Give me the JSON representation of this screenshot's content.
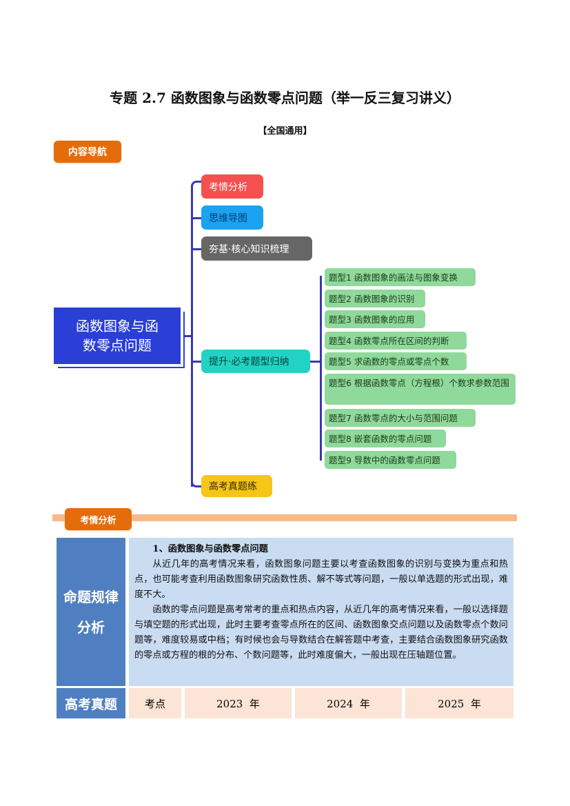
{
  "title": "专题 2.7  函数图象与函数零点问题（举一反三复习讲义）",
  "subtitle": "【全国通用】",
  "nav_tag": "内容导航",
  "mindmap": {
    "root": "函数图象与函数零点问题",
    "branches": [
      "考情分析",
      "思维导图",
      "夯基·核心知识梳理",
      "提升·必考题型归纳",
      "高考真题练"
    ],
    "types": [
      "题型1 函数图象的画法与图象变换",
      "题型2 函数图象的识别",
      "题型3 函数图象的应用",
      "题型4 函数零点所在区间的判断",
      "题型5 求函数的零点或零点个数",
      "题型6 根据函数零点（方程根）个数求参数范围",
      "题型7 函数零点的大小与范围问题",
      "题型8 嵌套函数的零点问题",
      "题型9 导数中的函数零点问题"
    ]
  },
  "section_tag": "考情分析",
  "table": {
    "row1_label": "命题规律分析",
    "heading": "1、函数图象与函数零点问题",
    "paragraphs": [
      "从近几年的高考情况来看，函数图象问题主要以考查函数图象的识别与变换为重点和热点，也可能考查利用函数图象研究函数性质、解不等式等问题，一般以单选题的形式出现，难度不大。",
      "函数的零点问题是高考常考的重点和热点内容，从近几年的高考情况来看，一般以选择题与填空题的形式出现，此时主要考查零点所在的区间、函数图象交点问题以及函数零点个数问题等，难度较易或中档；有时候也会与导数结合在解答题中考查，主要结合函数图象研究函数的零点或方程的根的分布、个数问题等，此时难度偏大，一般出现在压轴题位置。"
    ],
    "row2_label": "高考真题",
    "row2_cells": [
      "考点",
      "2023  年",
      "2024  年",
      "2025  年"
    ]
  }
}
